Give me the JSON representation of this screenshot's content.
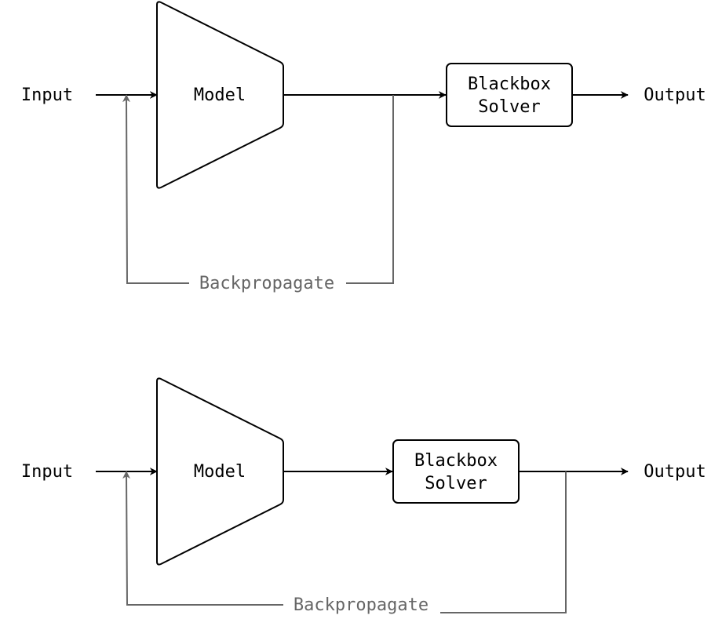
{
  "colors": {
    "primary_stroke": "#000000",
    "feedback_stroke": "#666666",
    "background": "#ffffff"
  },
  "diagrams": [
    {
      "input_label": "Input",
      "model_label": "Model",
      "solver_label_line1": "Blackbox",
      "solver_label_line2": "Solver",
      "output_label": "Output",
      "feedback_label": "Backpropagate"
    },
    {
      "input_label": "Input",
      "model_label": "Model",
      "solver_label_line1": "Blackbox",
      "solver_label_line2": "Solver",
      "output_label": "Output",
      "feedback_label": "Backpropagate"
    }
  ]
}
